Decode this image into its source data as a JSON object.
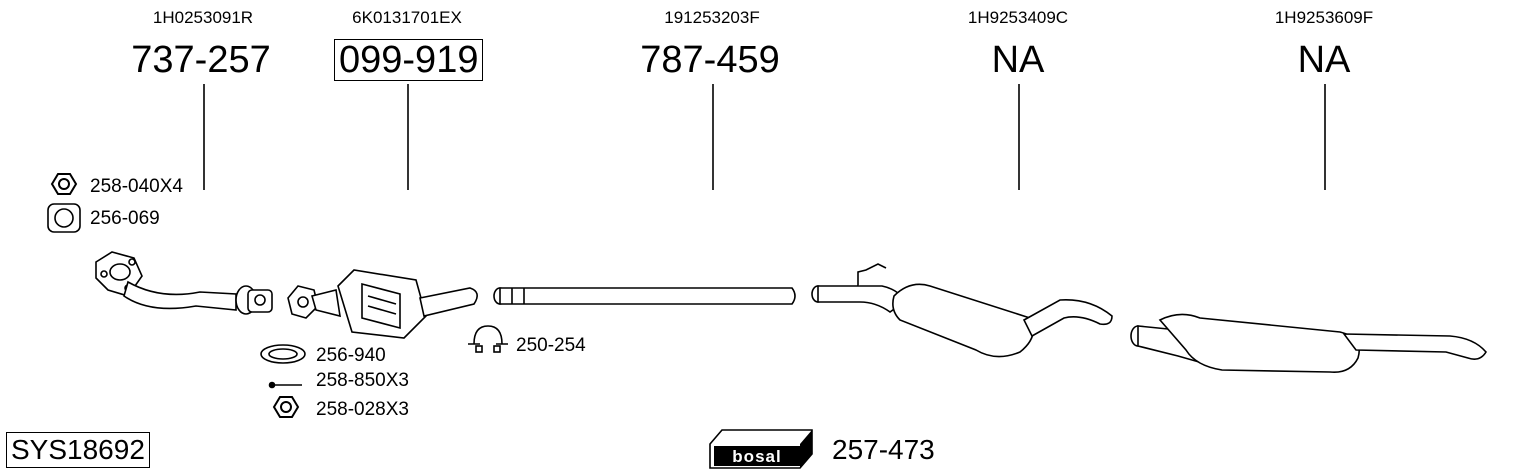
{
  "columns": [
    {
      "oem": "1H0253091R",
      "part": "737-257"
    },
    {
      "oem": "6K0131701EX",
      "part": "099-919"
    },
    {
      "oem": "191253203F",
      "part": "787-459"
    },
    {
      "oem": "1H9253409C",
      "part": "NA"
    },
    {
      "oem": "1H9253609F",
      "part": "NA"
    }
  ],
  "accessories": {
    "nut_set_1": "258-040X4",
    "gasket_1": "256-069",
    "gasket_2": "256-940",
    "bolt_set": "258-850X3",
    "nut_set_2": "258-028X3",
    "clamp": "250-254"
  },
  "system_code": "SYS18692",
  "mounting_kit": "257-473",
  "brand_logo_text": "bosal"
}
